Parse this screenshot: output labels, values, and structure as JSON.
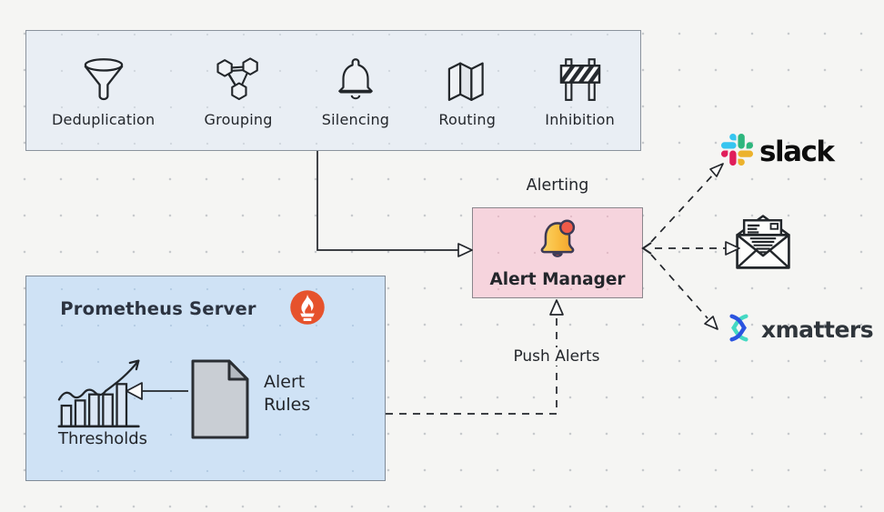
{
  "features_box": {
    "items": [
      {
        "label": "Deduplication",
        "icon": "funnel-icon"
      },
      {
        "label": "Grouping",
        "icon": "cluster-icon"
      },
      {
        "label": "Silencing",
        "icon": "bell-icon"
      },
      {
        "label": "Routing",
        "icon": "map-icon"
      },
      {
        "label": "Inhibition",
        "icon": "barrier-icon"
      }
    ],
    "fill": "#e9eef4",
    "border": "#8b939d"
  },
  "alerting": {
    "group_label": "Alerting",
    "node_label": "Alert Manager",
    "icon": "alert-bell-icon",
    "fill": "#f6d4dd",
    "border": "#8a868c"
  },
  "prometheus": {
    "title": "Prometheus Server",
    "thresholds_label": "Thresholds",
    "alert_rules_label": "Alert Rules",
    "fill": "#cfe2f5",
    "border": "#808b97",
    "logo_color": "#e6522c"
  },
  "edges": {
    "push_alerts_label": "Push Alerts"
  },
  "targets": {
    "slack": {
      "label": "slack",
      "colors": {
        "blue": "#36C5F0",
        "green": "#2EB67D",
        "red": "#E01E5A",
        "yellow": "#ECB22C"
      }
    },
    "email": {
      "icon": "envelope-icon"
    },
    "xmatters": {
      "label": "xmatters",
      "colors": {
        "blue": "#2b54e0",
        "teal": "#45d9c3"
      }
    }
  }
}
